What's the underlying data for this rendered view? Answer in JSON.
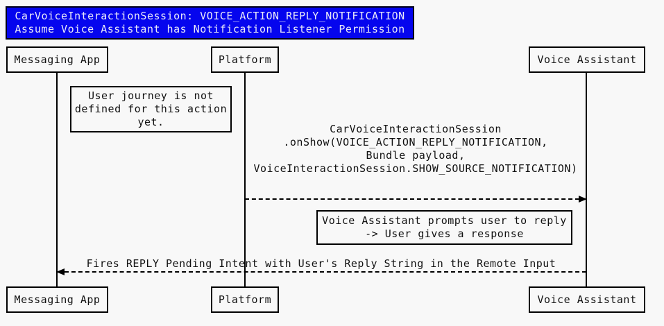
{
  "diagram": {
    "type": "sequence-diagram",
    "title": {
      "line1": "CarVoiceInteractionSession: VOICE_ACTION_REPLY_NOTIFICATION",
      "line2": "Assume Voice Assistant has Notification Listener Permission"
    },
    "participants": [
      {
        "name": "Messaging App"
      },
      {
        "name": "Platform"
      },
      {
        "name": "Voice Assistant"
      }
    ],
    "notes": [
      {
        "lines": [
          "User journey is not",
          "defined for this action",
          "yet."
        ]
      },
      {
        "lines": [
          "Voice Assistant prompts user to reply",
          "-> User gives a response"
        ]
      }
    ],
    "messages": [
      {
        "from": "Platform",
        "to": "Voice Assistant",
        "style": "dashed",
        "direction": "right",
        "lines": [
          "CarVoiceInteractionSession",
          ".onShow(VOICE_ACTION_REPLY_NOTIFICATION,",
          "Bundle payload,",
          "VoiceInteractionSession.SHOW_SOURCE_NOTIFICATION)"
        ]
      },
      {
        "from": "Voice Assistant",
        "to": "Messaging App",
        "style": "dashed",
        "direction": "left",
        "lines": [
          "Fires REPLY Pending Intent with User's Reply String in the Remote Input"
        ]
      }
    ],
    "colors": {
      "title_background": "#0505ee",
      "title_text": "#eaeaf8",
      "line": "#000000",
      "canvas_background": "#f8f8f8"
    }
  }
}
